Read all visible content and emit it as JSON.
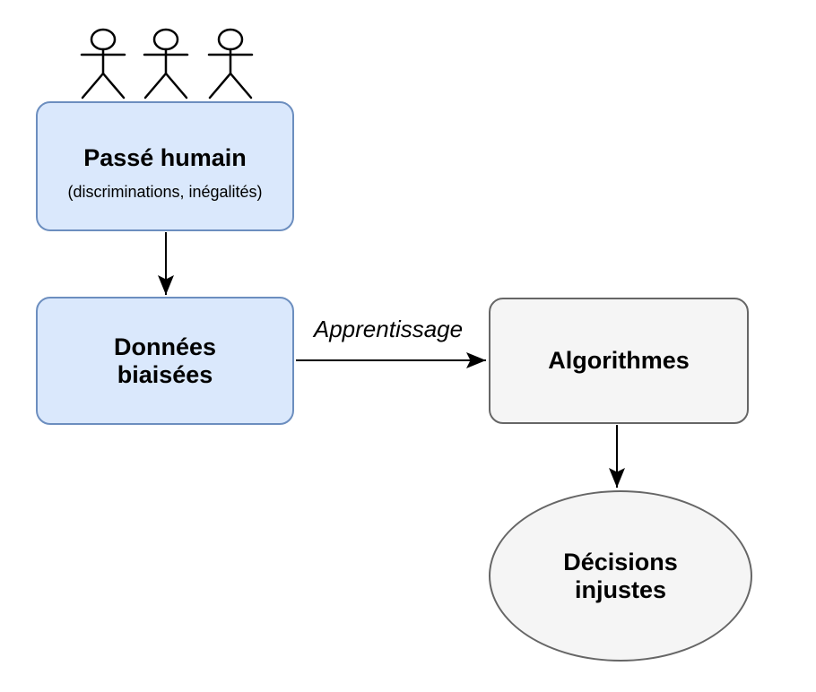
{
  "diagram_type": "flowchart",
  "actors": {
    "count": 3,
    "icon": "person-icon"
  },
  "nodes": {
    "passe_humain": {
      "title": "Passé humain",
      "subtitle": "(discriminations, inégalités)"
    },
    "donnees_biaisees": {
      "lines": [
        "Données",
        "biaisées"
      ]
    },
    "algorithmes": {
      "title": "Algorithmes"
    },
    "decisions_injustes": {
      "lines": [
        "Décisions",
        "injustes"
      ]
    }
  },
  "edges": {
    "passe_to_donnees": {
      "label": ""
    },
    "donnees_to_algorithmes": {
      "label": "Apprentissage"
    },
    "algorithmes_to_decisions": {
      "label": ""
    }
  },
  "colors": {
    "node_blue_fill": "#dae8fc",
    "node_blue_stroke": "#6c8ebf",
    "node_gray_fill": "#f5f5f5",
    "node_gray_stroke": "#666666",
    "arrow": "#000000",
    "text": "#000000",
    "background": "#ffffff"
  }
}
